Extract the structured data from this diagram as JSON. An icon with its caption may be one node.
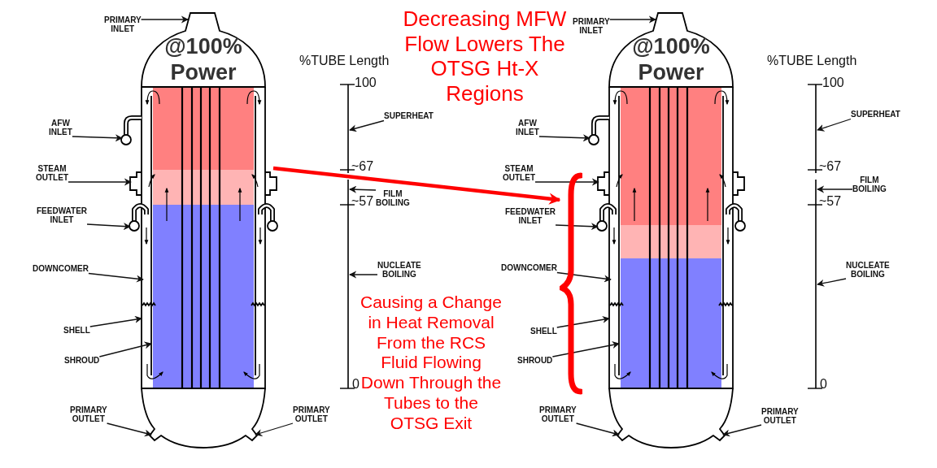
{
  "diagram": {
    "nodes": [
      {
        "text": [
          "PRIMARY INLET"
        ]
      },
      {
        "text": [
          "AFW INLET"
        ]
      },
      {
        "text": [
          "STEAM OUTLET"
        ]
      },
      {
        "text": [
          "FEEDWATER INLET"
        ]
      },
      {
        "text": [
          "DOWNCOMER"
        ]
      },
      {
        "text": [
          "SHELL"
        ]
      },
      {
        "text": [
          "SHROUD"
        ]
      },
      {
        "text": [
          "PRIMARY OUTLET"
        ]
      },
      {
        "text": [
          "PRIMARY OUTLET"
        ]
      },
      {
        "text": [
          "SUPERHEAT"
        ]
      },
      {
        "text": [
          "FILM BOILING"
        ]
      },
      {
        "text": [
          "NUCLEATE BOILING"
        ]
      },
      {
        "text": [
          "PRIMARY INLET"
        ]
      },
      {
        "text": [
          "AFW INLET"
        ]
      },
      {
        "text": [
          "STEAM OUTLET"
        ]
      },
      {
        "text": [
          "FEEDWATER INLET"
        ]
      },
      {
        "text": [
          "DOWNCOMER"
        ]
      },
      {
        "text": [
          "SHELL"
        ]
      },
      {
        "text": [
          "SHROUD"
        ]
      },
      {
        "text": [
          "PRIMARY OUTLET"
        ]
      },
      {
        "text": [
          "PRIMARY OUTLET"
        ]
      },
      {
        "text": [
          "SUPERHEAT"
        ]
      },
      {
        "text": [
          "FILM BOILING"
        ]
      },
      {
        "text": [
          "NUCLEATE BOILING"
        ]
      },
      {
        "text": [],
        "shape": "brace"
      },
      {
        "text": [],
        "shape": "picture"
      },
      {
        "text": [],
        "shape": "bar"
      },
      {
        "text": [],
        "shape": "picture"
      },
      {
        "text": [],
        "shape": "bar"
      },
      {
        "text": [],
        "shape": "bar"
      },
      {
        "text": [],
        "shape": "bar"
      }
    ],
    "edges": [
      {
        "from": 0,
        "to": 25,
        "arrow": "to"
      },
      {
        "from": 1,
        "to": 25,
        "arrow": "to"
      },
      {
        "from": 2,
        "to": 25,
        "arrow": "to"
      },
      {
        "from": 3,
        "to": 25,
        "arrow": "to"
      },
      {
        "from": 4,
        "to": 25,
        "arrow": "to"
      },
      {
        "from": 5,
        "to": 25,
        "arrow": "to"
      },
      {
        "from": 6,
        "to": 25,
        "arrow": "to"
      },
      {
        "from": 7,
        "to": 25,
        "arrow": "to"
      },
      {
        "from": 8,
        "to": 25,
        "arrow": "to"
      },
      {
        "from": 9,
        "to": 29,
        "arrow": "to"
      },
      {
        "from": 10,
        "to": 26,
        "arrow": "to"
      },
      {
        "from": 11,
        "to": 26,
        "arrow": "to"
      },
      {
        "from": 12,
        "to": 27,
        "arrow": "to"
      },
      {
        "from": 13,
        "to": 27,
        "arrow": "to"
      },
      {
        "from": 14,
        "to": 27,
        "arrow": "to"
      },
      {
        "from": 15,
        "to": 27,
        "arrow": "to"
      },
      {
        "from": 16,
        "to": 27,
        "arrow": "to"
      },
      {
        "from": 17,
        "to": 27,
        "arrow": "to"
      },
      {
        "from": 18,
        "to": 27,
        "arrow": "to"
      },
      {
        "from": 19,
        "to": 27,
        "arrow": "to"
      },
      {
        "from": 20,
        "to": 27,
        "arrow": "to"
      },
      {
        "from": 21,
        "to": 30,
        "arrow": "to"
      },
      {
        "from": 22,
        "to": 28,
        "arrow": "to"
      },
      {
        "from": 23,
        "to": 28,
        "arrow": "to"
      },
      {
        "from": 25,
        "to": 24,
        "arrow": "to",
        "style": "thick",
        "color": "#ff0000"
      }
    ],
    "labels": [
      "Decreasing MFW Flow Lowers The OTSG Ht-X Regions",
      "@100% Power",
      "%TUBE Length",
      "100",
      "~67",
      "~57",
      "0",
      "@100% Power",
      "%TUBE Length",
      "100",
      "~67",
      "~57",
      "0",
      "Causing a Change in Heat Removal From the RCS Fluid Flowing Down Through the Tubes to the OTSG Exit"
    ]
  }
}
